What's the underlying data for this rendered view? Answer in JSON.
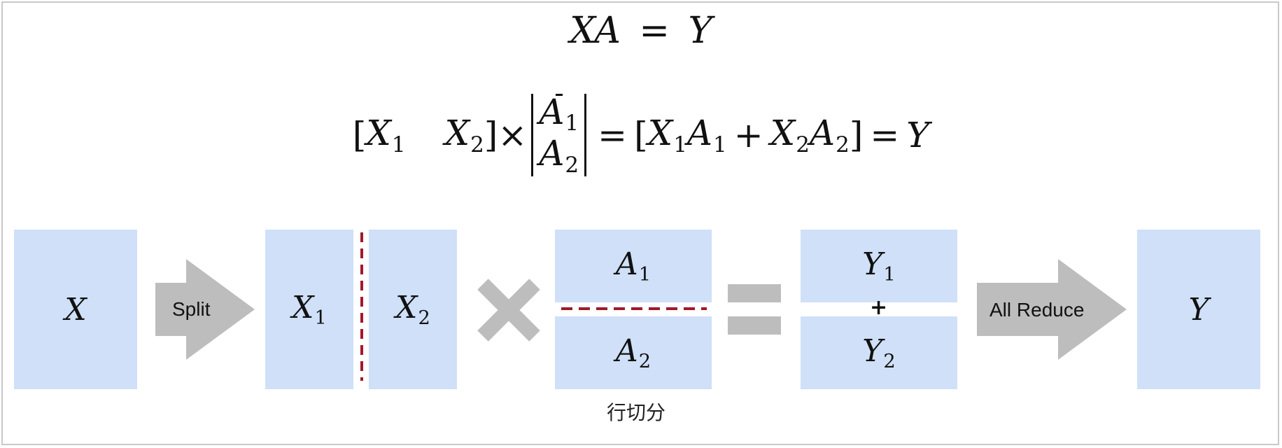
{
  "equation_top": {
    "lhs_a": "X",
    "lhs_b": "A",
    "eq": "=",
    "rhs": "Y"
  },
  "equation_block": {
    "x1": "X",
    "x1_sub": "1",
    "x2": "X",
    "x2_sub": "2",
    "times": "×",
    "a1": "A",
    "a1_sub": "1",
    "a2": "A",
    "a2_sub": "2",
    "eq": "=",
    "p1a": "X",
    "p1a_sub": "1",
    "p1b": "A",
    "p1b_sub": "1",
    "plus": "+",
    "p2a": "X",
    "p2a_sub": "2",
    "p2b": "A",
    "p2b_sub": "2",
    "eq2": "=",
    "result": "Y"
  },
  "diagram": {
    "input": {
      "label": "X"
    },
    "split_arrow": {
      "label": "Split"
    },
    "x1": {
      "label": "X",
      "sub": "1"
    },
    "x2": {
      "label": "X",
      "sub": "2"
    },
    "a1": {
      "label": "A",
      "sub": "1"
    },
    "a2": {
      "label": "A",
      "sub": "2"
    },
    "y1": {
      "label": "Y",
      "sub": "1"
    },
    "y2": {
      "label": "Y",
      "sub": "2"
    },
    "plus": "+",
    "reduce_arrow": {
      "label": "All Reduce"
    },
    "output": {
      "label": "Y"
    },
    "caption": "行切分"
  },
  "colors": {
    "block": "#cfe0f8",
    "operator_gray": "#bdbdbd",
    "split_line": "#a01a2a",
    "border": "#c9c9c9"
  },
  "icons": [
    "multiply-icon",
    "equals-icon",
    "split-arrow-icon",
    "all-reduce-arrow-icon"
  ]
}
